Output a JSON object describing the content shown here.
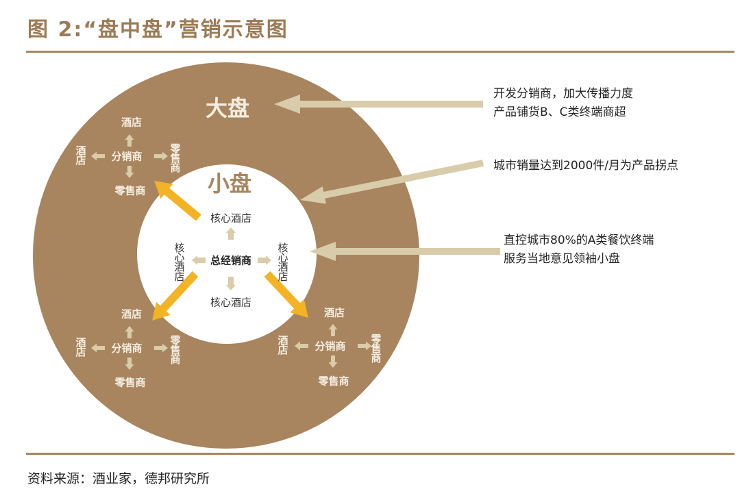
{
  "title": "图 2:“盘中盘”营销示意图",
  "outer": {
    "label": "大盘",
    "colors": {
      "ring": "#A8855E",
      "arrow": "#D8CCAA",
      "highlight": "#F2B325"
    }
  },
  "inner": {
    "label": "小盘",
    "center": "总经销商",
    "top": "核心酒店",
    "bottom": "核心酒店",
    "left": "核心酒店",
    "right": "核心酒店"
  },
  "clusters": [
    {
      "center": "分销商",
      "top": "酒店",
      "left": "酒店",
      "right": "零售商",
      "bottom": "零售商"
    },
    {
      "center": "分销商",
      "top": "酒店",
      "left": "酒店",
      "right": "零售商",
      "bottom": "零售商"
    },
    {
      "center": "分销商",
      "top": "酒店",
      "left": "酒店",
      "right": "零售商",
      "bottom": "零售商"
    }
  ],
  "notes": [
    {
      "line1": "开发分销商，加大传播力度",
      "line2": "产品铺货B、C类终端商超"
    },
    {
      "line1": "城市销量达到2000件/月为产品拐点"
    },
    {
      "line1": "直控城市80%的A类餐饮终端",
      "line2": "服务当地意见领袖小盘"
    }
  ],
  "source": "资料来源：酒业家，德邦研究所"
}
